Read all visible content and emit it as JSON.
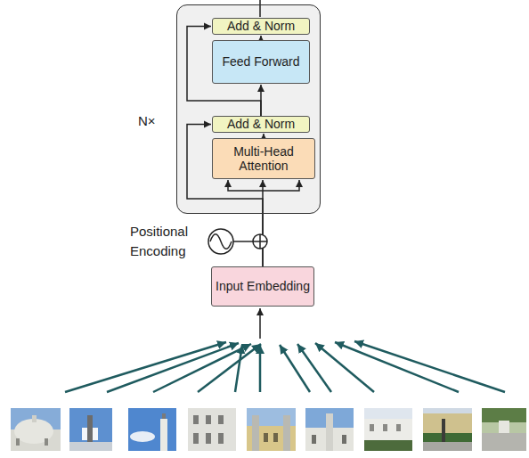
{
  "diagram": {
    "nodes": [
      {
        "text": [
          "N×"
        ]
      },
      {
        "text": [
          "Add & Norm"
        ],
        "in": 0
      },
      {
        "text": [
          "Feed Forward"
        ],
        "in": 0
      },
      {
        "text": [
          "Add & Norm"
        ],
        "in": 0
      },
      {
        "text": [
          "Multi-Head Attention"
        ],
        "in": 0
      },
      {
        "text": [
          "Input Embedding"
        ]
      }
    ],
    "edges": [
      {
        "from": 5,
        "to": 4,
        "arrow": "to"
      },
      {
        "from": 5,
        "to": 3,
        "arrow": "to"
      },
      {
        "from": 4,
        "to": 3,
        "arrow": "to"
      },
      {
        "from": 3,
        "to": 2,
        "arrow": "to"
      },
      {
        "from": 3,
        "to": 1,
        "arrow": "to"
      },
      {
        "from": 2,
        "to": 1,
        "arrow": "to"
      }
    ],
    "labels": [
      "Positional Encoding"
    ]
  }
}
